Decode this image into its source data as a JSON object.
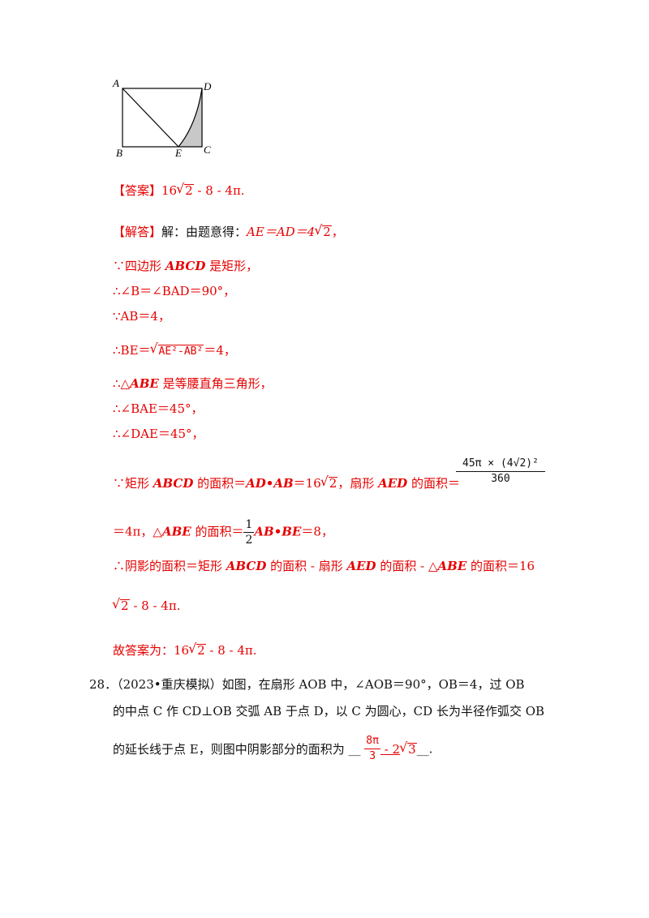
{
  "figure": {
    "labels": {
      "A": "A",
      "D": "D",
      "B": "B",
      "E": "E",
      "C": "C"
    }
  },
  "answer": {
    "tag": "【答案】",
    "pre": "16",
    "rad": "2",
    "post": " - 8 - 4π."
  },
  "solution": {
    "tag": "【解答】",
    "intro": "解：由题意得：",
    "l1_expr": "AE＝AD＝4",
    "l1_rad": "2",
    "l1_end": "，",
    "l2_sym": "∵",
    "l2_a": "四边形 ",
    "l2_b": "ABCD",
    "l2_c": " 是矩形，",
    "l3": "∴∠B＝∠BAD＝90°，",
    "l4": "∵AB＝4，",
    "l5_a": "∴BE＝",
    "l5_rad": "AE²-AB²",
    "l5_b": "＝4，",
    "l6_a": "∴△",
    "l6_b": "ABE",
    "l6_c": " 是等腰直角三角形，",
    "l7": "∴∠BAE＝45°，",
    "l8": "∴∠DAE＝45°，",
    "l9_a": "∵矩形 ",
    "l9_b": "ABCD",
    "l9_c": " 的面积＝",
    "l9_d": "AD•AB",
    "l9_e": "＝16",
    "l9_rad": "2",
    "l9_f": "，扇形 ",
    "l9_g": "AED",
    "l9_h": " 的面积＝",
    "frac1_num": "45π × (4√2)²",
    "frac1_den": "360",
    "l10_a": "＝4π，△",
    "l10_b": "ABE",
    "l10_c": " 的面积＝",
    "frac2_num": "1",
    "frac2_den": "2",
    "l10_d": "AB•BE",
    "l10_e": "＝8，",
    "l11_a": "∴阴影的面积＝矩形 ",
    "l11_b": "ABCD",
    "l11_c": " 的面积 - 扇形 ",
    "l11_d": "AED",
    "l11_e": " 的面积 - △",
    "l11_f": "ABE",
    "l11_g": " 的面积＝16",
    "l12_rad": "2",
    "l12_b": " - 8 - 4π.",
    "final_a": "故答案为：16",
    "final_rad": "2",
    "final_b": " - 8 - 4π."
  },
  "question": {
    "num": "28．",
    "l1": "（2023•重庆模拟）如图，在扇形 AOB 中，∠AOB＝90°，OB＝4，过 OB",
    "l2": "的中点 C 作 CD⊥OB 交弧 AB 于点 D，以 C 为圆心，CD 长为半径作弧交 OB",
    "l3": "的延长线于点 E，则图中阴影部分的面积为",
    "blank1": "__",
    "ans_num": "8π",
    "ans_den": "3",
    "ans_b": " - 2",
    "ans_rad": "3",
    "blank2": "__",
    "end": "."
  }
}
